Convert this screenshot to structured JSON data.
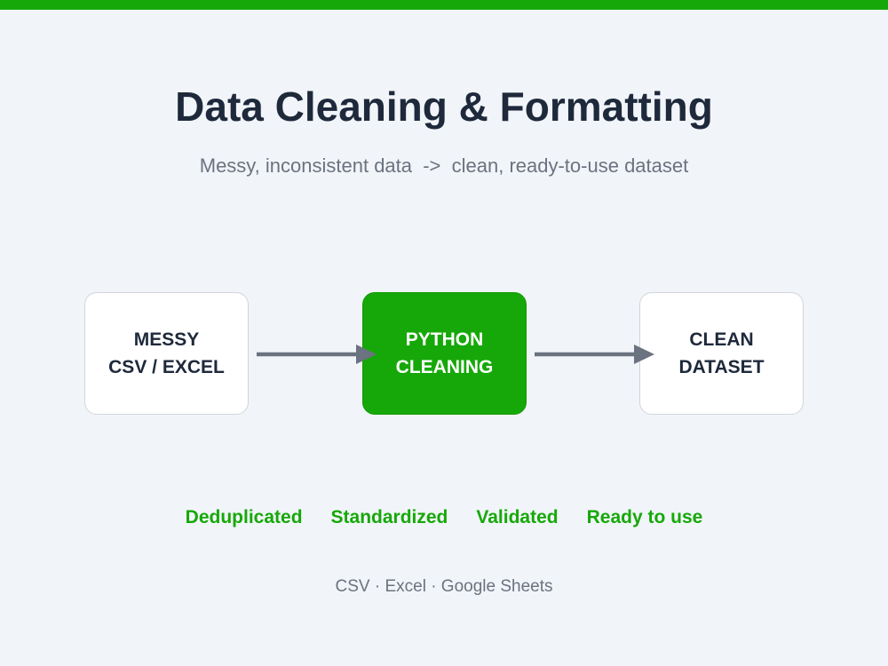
{
  "header": {
    "title": "Data Cleaning & Formatting",
    "subtitle": "Messy, inconsistent data  ->  clean, ready-to-use dataset"
  },
  "flow": {
    "nodes": [
      {
        "line1": "MESSY",
        "line2": "CSV / EXCEL"
      },
      {
        "line1": "PYTHON",
        "line2": "CLEANING"
      },
      {
        "line1": "CLEAN",
        "line2": "DATASET"
      }
    ]
  },
  "features": [
    "Deduplicated",
    "Standardized",
    "Validated",
    "Ready to use"
  ],
  "footer": "CSV · Excel · Google Sheets",
  "colors": {
    "accent": "#16a808",
    "title": "#1e293b",
    "muted": "#6b7280",
    "arrow": "#6b7280",
    "background": "#f1f5f9"
  }
}
